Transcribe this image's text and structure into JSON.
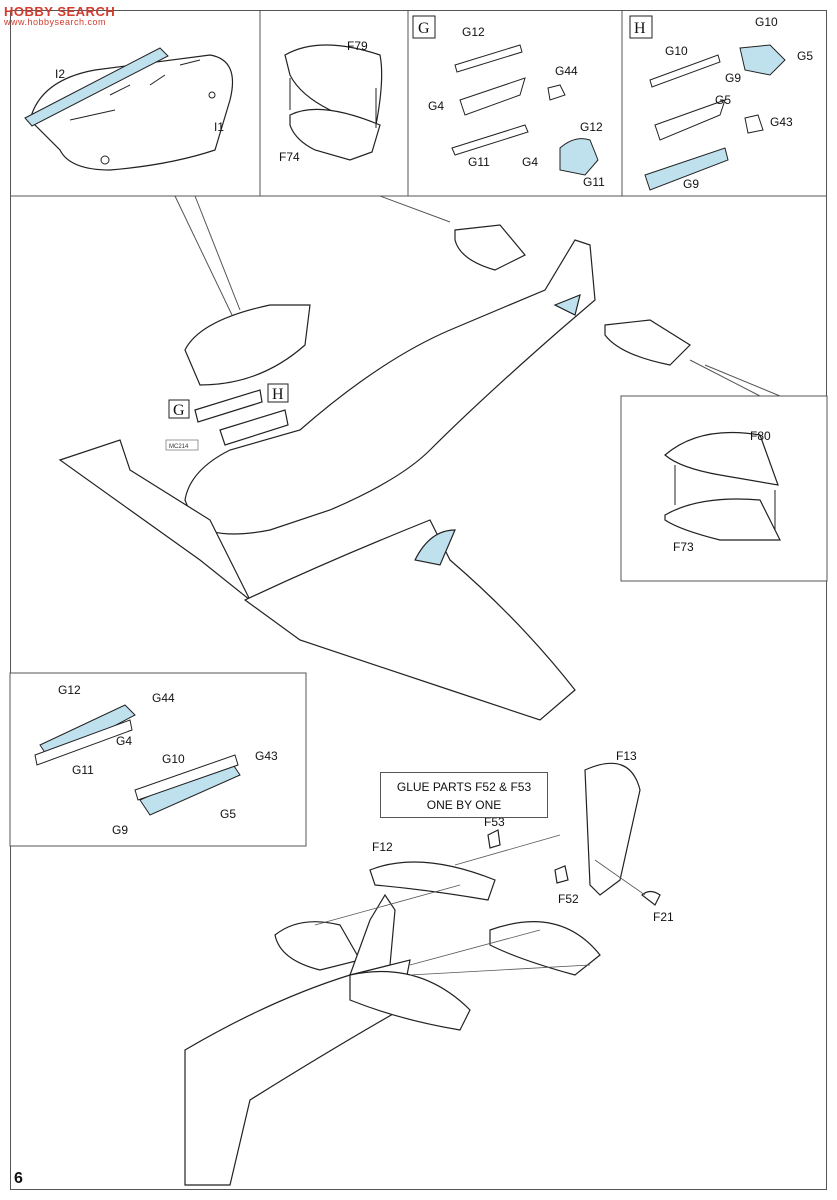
{
  "watermark": {
    "primary": "HOBBY SEARCH",
    "sub": "www.hobbysearch.com"
  },
  "page_number": "6",
  "boxes": {
    "G": "G",
    "H": "H"
  },
  "mc_label": "MC214",
  "glue_note": {
    "line1": "GLUE PARTS F52 & F53",
    "line2": "ONE BY ONE"
  },
  "labels": {
    "I2": "I2",
    "I1": "I1",
    "F79": "F79",
    "F74": "F74",
    "G12": "G12",
    "G44": "G44",
    "G4": "G4",
    "G11": "G11",
    "G10": "G10",
    "G5": "G5",
    "G9": "G9",
    "G43": "G43",
    "F80": "F80",
    "F73": "F73",
    "F13": "F13",
    "F53": "F53",
    "F12": "F12",
    "F52": "F52",
    "F21": "F21"
  },
  "colors": {
    "highlight": "#bfe1ee",
    "line": "#222"
  }
}
